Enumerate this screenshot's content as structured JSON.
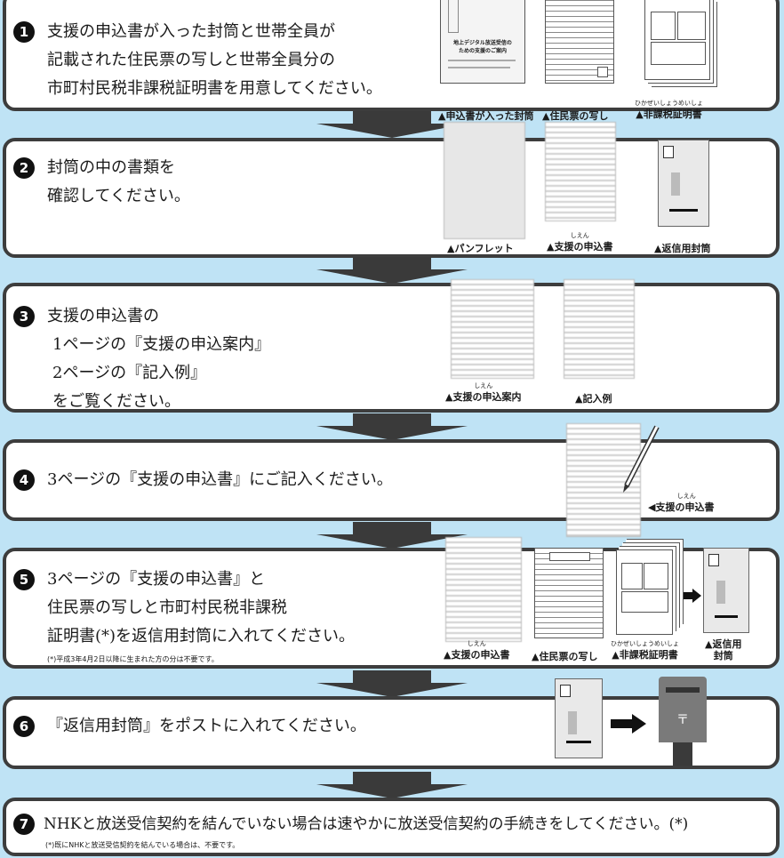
{
  "steps": [
    {
      "num": "1",
      "lines": [
        "支援の申込書が入った封筒と世帯全員が",
        "記載された住民票の写しと世帯全員分の",
        "市町村民税非課税証明書を用意してください。"
      ]
    },
    {
      "num": "2",
      "lines": [
        "封筒の中の書類を",
        "確認してください。"
      ]
    },
    {
      "num": "3",
      "lines": [
        "支援の申込書の",
        "1ページの『支援の申込案内』",
        "2ページの『記入例』",
        "をご覧ください。"
      ]
    },
    {
      "num": "4",
      "lines": [
        "3ページの『支援の申込書』にご記入ください。"
      ]
    },
    {
      "num": "5",
      "lines": [
        "3ページの『支援の申込書』と",
        "住民票の写しと市町村民税非課税",
        "証明書(*)を返信用封筒に入れてください。"
      ],
      "note": "(*)平成3年4月2日以降に生まれた方の分は不要です。"
    },
    {
      "num": "6",
      "lines": [
        "『返信用封筒』をポストに入れてください。"
      ]
    },
    {
      "num": "7",
      "lines": [
        "NHKと放送受信契約を結んでいない場合は速やかに放送受信契約の手続きをしてください。(*)"
      ],
      "note": "(*)既にNHKと放送受信契約を結んでいる場合は、不要です。"
    }
  ],
  "captions": {
    "s1": [
      {
        "text": "▲申込書が入った封筒",
        "ruby": ""
      },
      {
        "text": "▲住民票の写し",
        "ruby": ""
      },
      {
        "text": "▲非課税証明書",
        "ruby": "ひかぜいしょうめいしょ"
      }
    ],
    "s2": [
      {
        "text": "▲パンフレット",
        "ruby": ""
      },
      {
        "text": "▲支援の申込書",
        "ruby": "しえん"
      },
      {
        "text": "▲返信用封筒",
        "ruby": ""
      }
    ],
    "s3": [
      {
        "text": "▲支援の申込案内",
        "ruby": "しえん"
      },
      {
        "text": "▲記入例",
        "ruby": ""
      }
    ],
    "s4": [
      {
        "text": "◀支援の申込書",
        "ruby": "しえん"
      }
    ],
    "s5": [
      {
        "text": "▲支援の申込書",
        "ruby": "しえん"
      },
      {
        "text": "▲住民票の写し",
        "ruby": ""
      },
      {
        "text": "▲非課税証明書",
        "ruby": "ひかぜいしょうめいしょ"
      },
      {
        "text": "▲返信用",
        "ruby": ""
      },
      {
        "text": "封筒",
        "ruby": ""
      }
    ]
  },
  "envelope_doc": {
    "title_line1": "地上デジタル放送受信の",
    "title_line2": "ための支援のご案内"
  },
  "postbox_symbol": "〒"
}
